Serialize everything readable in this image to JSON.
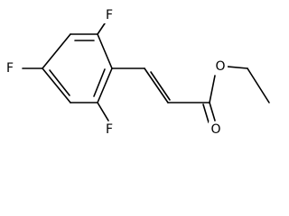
{
  "molecule": {
    "atoms": {
      "fluorine_top": "F",
      "fluorine_left": "F",
      "fluorine_bottom": "F",
      "oxygen_ester": "O",
      "oxygen_carbonyl": "O"
    }
  }
}
